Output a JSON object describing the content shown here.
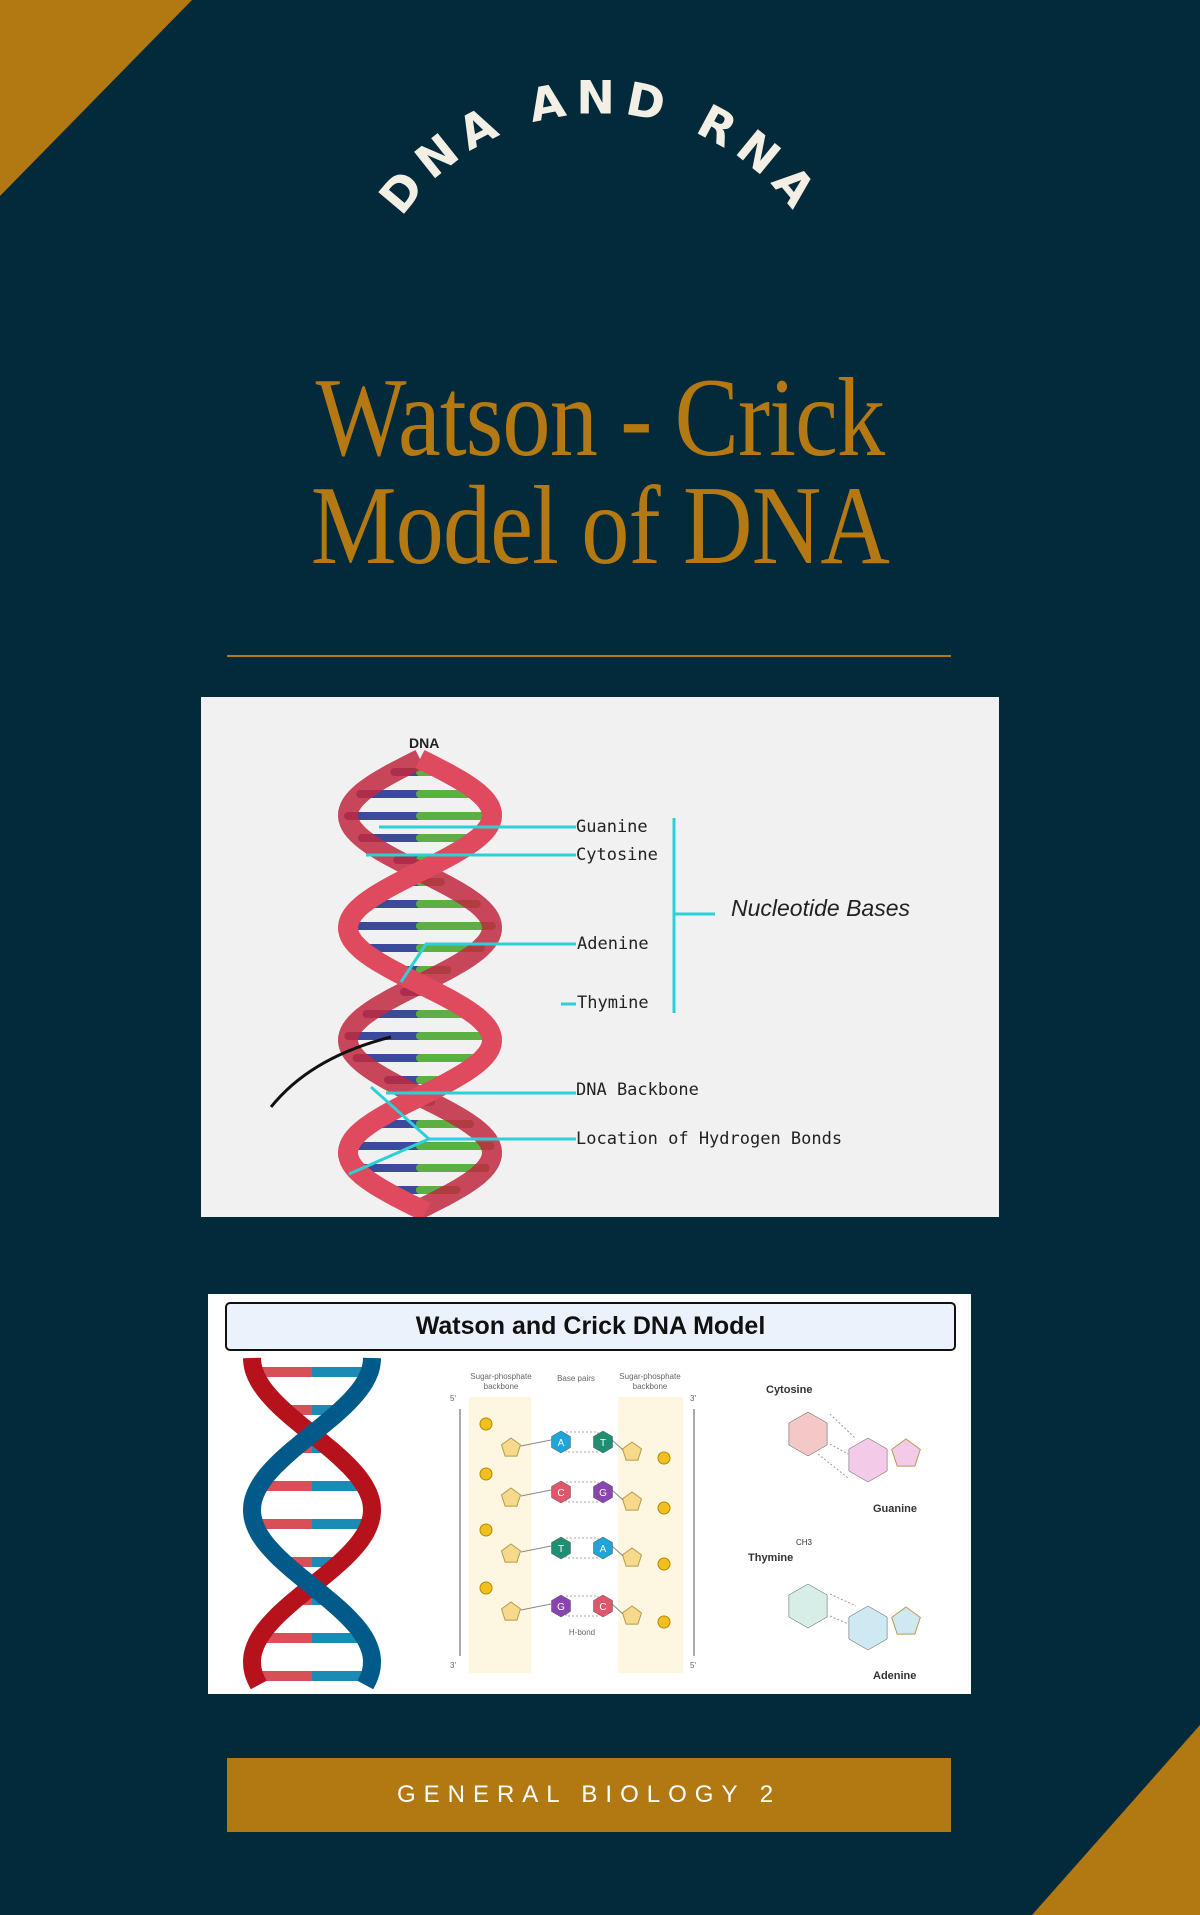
{
  "colors": {
    "background": "#022a3a",
    "accent_gold": "#b27912",
    "title_gold": "#b57914",
    "arc_text": "#f4efe4"
  },
  "header": {
    "arc_text": "DNA AND RNA",
    "title_line1": "Watson - Crick",
    "title_line2": "Model of DNA"
  },
  "figure1": {
    "heading": "DNA",
    "labels": {
      "guanine": "Guanine",
      "cytosine": "Cytosine",
      "adenine": "Adenine",
      "thymine": "Thymine",
      "nucleotide_bases": "Nucleotide Bases",
      "backbone": "DNA Backbone",
      "hydrogen_bonds": "Location of Hydrogen Bonds"
    }
  },
  "figure2": {
    "title": "Watson and Crick DNA Model",
    "backbone_left": "Sugar-phosphate backbone",
    "base_pairs": "Base pairs",
    "backbone_right": "Sugar-phosphate backbone",
    "h_bond": "H-bond",
    "end_5_left": "5'",
    "end_3_left": "3'",
    "end_3_right": "3'",
    "end_5_right": "5'",
    "pairs": [
      [
        "A",
        "T"
      ],
      [
        "C",
        "G"
      ],
      [
        "T",
        "A"
      ],
      [
        "G",
        "C"
      ]
    ],
    "chem": {
      "cytosine": "Cytosine",
      "guanine": "Guanine",
      "thymine": "Thymine",
      "adenine": "Adenine",
      "methyl": "CH3"
    }
  },
  "footer": {
    "banner": "GENERAL BIOLOGY 2"
  }
}
